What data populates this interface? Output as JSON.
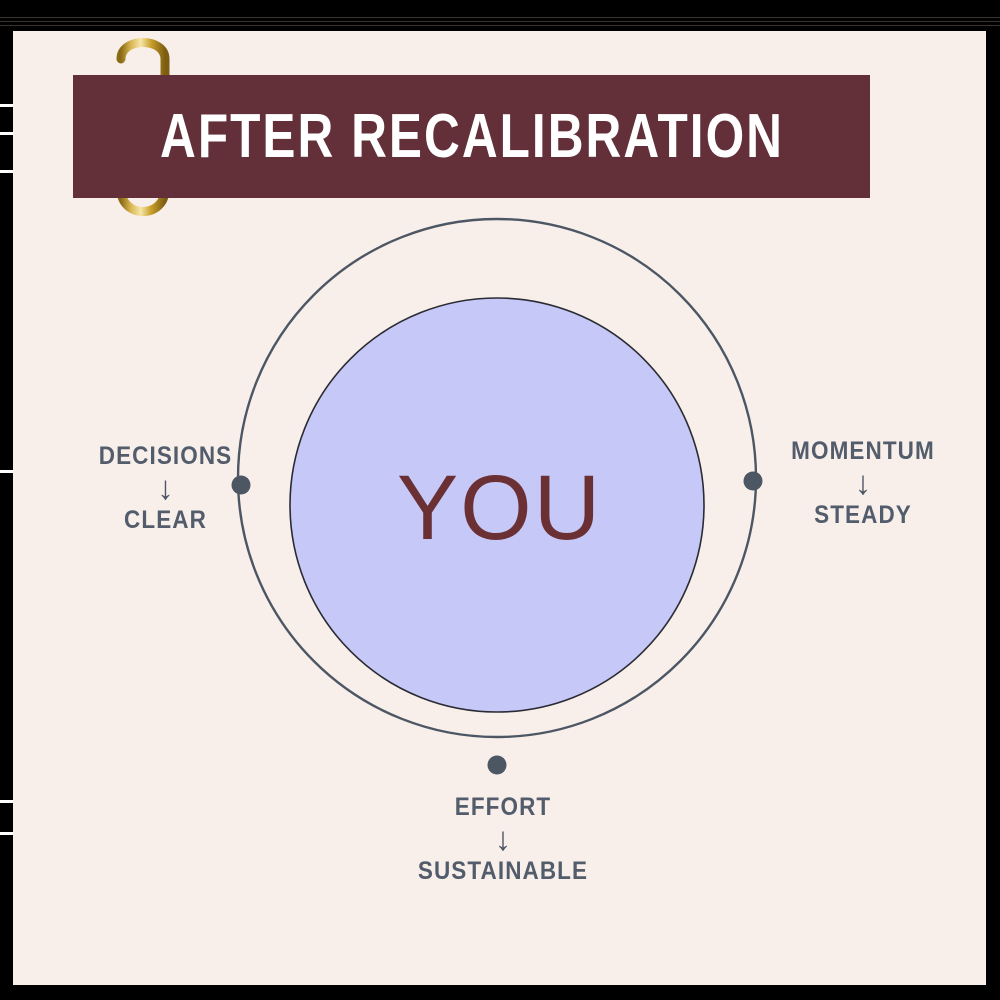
{
  "page": {
    "background_color": "#f8efeb",
    "frame_color": "#000000"
  },
  "header": {
    "title": "AFTER RECALIBRATION",
    "banner_color": "#63303a",
    "title_color": "#ffffff"
  },
  "decor": {
    "paperclip_icon": "paperclip-icon",
    "paperclip_color": "#c9a227"
  },
  "diagram": {
    "type": "radial-hub-and-spoke",
    "center_label": "YOU",
    "center_label_color": "#6b3034",
    "center_fill_color": "#c6c9f7",
    "center_stroke_color": "#2b2b33",
    "orbit_stroke_color": "#4d5764",
    "node_dot_color": "#4d5764",
    "label_color": "#525c6b",
    "arrow_glyph": "↓",
    "spokes": [
      {
        "position": "left",
        "term": "DECISIONS",
        "arrow": "↓",
        "outcome": "CLEAR"
      },
      {
        "position": "right",
        "term": "MOMENTUM",
        "arrow": "↓",
        "outcome": "STEADY"
      },
      {
        "position": "bottom",
        "term": "EFFORT",
        "arrow": "↓",
        "outcome": "SUSTAINABLE"
      }
    ]
  }
}
